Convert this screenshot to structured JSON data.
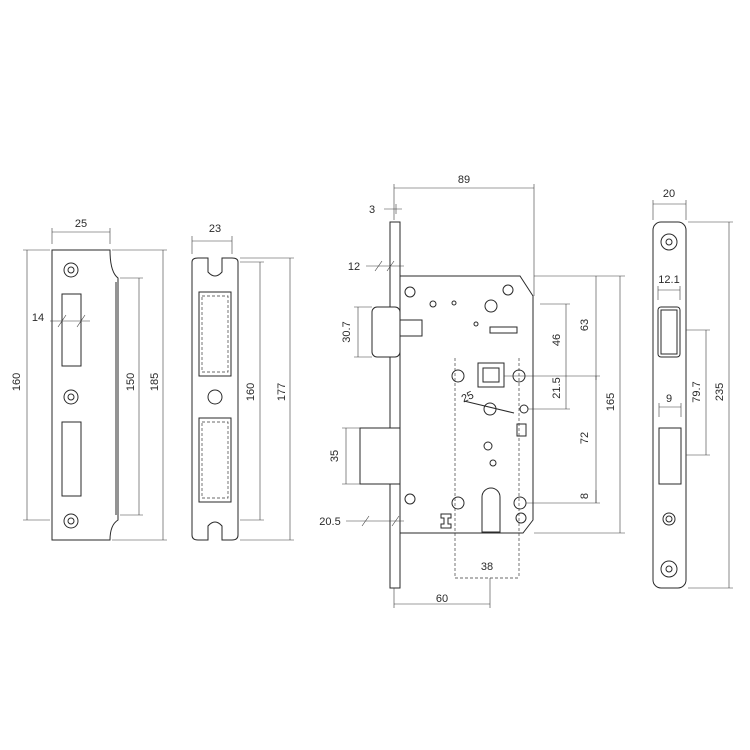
{
  "strike_plate": {
    "width": "25",
    "slot_width": "14",
    "height_160": "160",
    "height_150": "150",
    "height_185": "185"
  },
  "strike_box": {
    "width": "23",
    "height_160": "160",
    "height_177": "177"
  },
  "lock_body": {
    "depth_89": "89",
    "faceplate_3": "3",
    "faceplate_12": "12",
    "latch_30_7": "30.7",
    "bolt_35": "35",
    "offset_20_5": "20.5",
    "dim_63": "63",
    "dim_46": "46",
    "dim_21_5": "21.5",
    "dim_165": "165",
    "dim_72": "72",
    "dim_8": "8",
    "backset_38": "38",
    "backset_60": "60",
    "angle_label": "25"
  },
  "faceplate": {
    "width": "20",
    "slot_12_1": "12.1",
    "slot_9": "9",
    "height_79_7": "79.7",
    "height_235": "235"
  }
}
